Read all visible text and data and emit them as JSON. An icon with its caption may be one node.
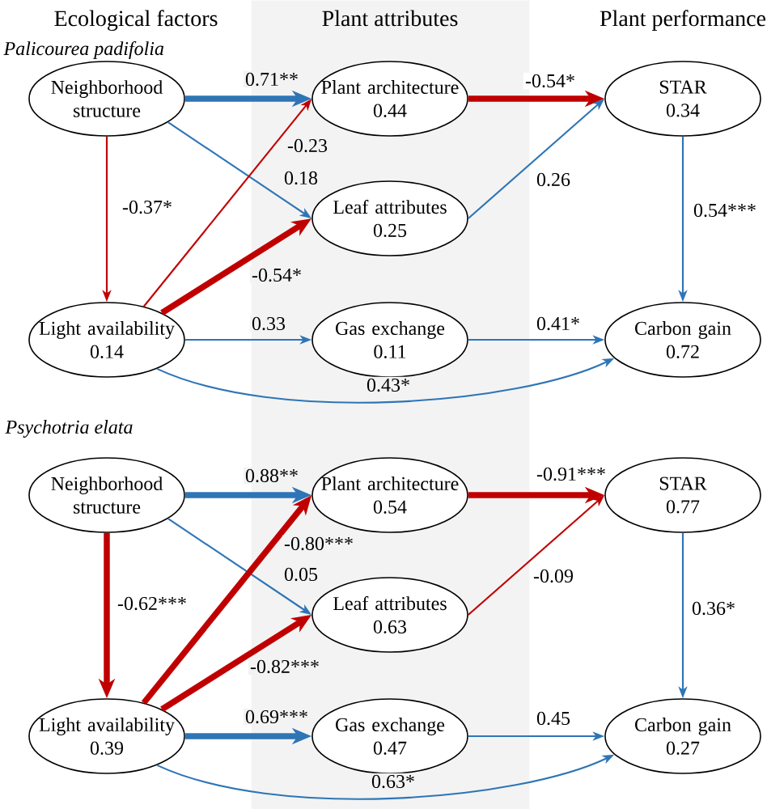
{
  "diagram": {
    "nodes": [
      {
        "text": [
          "Plant attributes"
        ]
      },
      {
        "text": [
          "Neighborhood structure"
        ]
      },
      {
        "text": [
          "Plant architecture",
          "0.44"
        ],
        "in": 0
      },
      {
        "text": [
          "STAR",
          "0.34"
        ]
      },
      {
        "text": [
          "Leaf attributes",
          "0.25"
        ],
        "in": 0
      },
      {
        "text": [
          "Light availability",
          "0.14"
        ]
      },
      {
        "text": [
          "Gas exchange",
          "0.11"
        ],
        "in": 0
      },
      {
        "text": [
          "Carbon gain",
          "0.72"
        ]
      },
      {
        "text": [
          "Neighborhood structure"
        ]
      },
      {
        "text": [
          "Plant architecture",
          "0.54"
        ],
        "in": 0
      },
      {
        "text": [
          "STAR",
          "0.77"
        ]
      },
      {
        "text": [
          "Leaf attributes",
          "0.63"
        ],
        "in": 0
      },
      {
        "text": [
          "Light availability",
          "0.39"
        ]
      },
      {
        "text": [
          "Gas exchange",
          "0.47"
        ],
        "in": 0
      },
      {
        "text": [
          "Carbon gain",
          "0.27"
        ]
      }
    ],
    "edges": [
      {
        "from": 1,
        "to": 2,
        "arrow": "to",
        "label": "0.71**",
        "style": "thick"
      },
      {
        "from": 1,
        "to": 4,
        "arrow": "to",
        "label": "0.18"
      },
      {
        "from": 1,
        "to": 5,
        "arrow": "to",
        "label": "-0.37*",
        "color": "#c00000"
      },
      {
        "from": 5,
        "to": 2,
        "arrow": "to",
        "label": "-0.23",
        "color": "#c00000"
      },
      {
        "from": 5,
        "to": 4,
        "arrow": "to",
        "label": "-0.54*",
        "style": "thick",
        "color": "#c00000"
      },
      {
        "from": 5,
        "to": 6,
        "arrow": "to",
        "label": "0.33"
      },
      {
        "from": 5,
        "to": 7,
        "arrow": "to",
        "label": "0.43*"
      },
      {
        "from": 2,
        "to": 3,
        "arrow": "to",
        "label": "-0.54*",
        "style": "thick",
        "color": "#c00000"
      },
      {
        "from": 4,
        "to": 3,
        "arrow": "to",
        "label": "0.26"
      },
      {
        "from": 3,
        "to": 7,
        "arrow": "to",
        "label": "0.54***"
      },
      {
        "from": 6,
        "to": 7,
        "arrow": "to",
        "label": "0.41*"
      },
      {
        "from": 8,
        "to": 9,
        "arrow": "to",
        "label": "0.88**",
        "style": "thick"
      },
      {
        "from": 8,
        "to": 11,
        "arrow": "to",
        "label": "0.05"
      },
      {
        "from": 8,
        "to": 12,
        "arrow": "to",
        "label": "-0.62***",
        "style": "thick",
        "color": "#c00000"
      },
      {
        "from": 12,
        "to": 9,
        "arrow": "to",
        "label": "-0.80***",
        "style": "thick",
        "color": "#c00000"
      },
      {
        "from": 12,
        "to": 11,
        "arrow": "to",
        "label": "-0.82***",
        "style": "thick",
        "color": "#c00000"
      },
      {
        "from": 12,
        "to": 13,
        "arrow": "to",
        "label": "0.69***",
        "style": "thick"
      },
      {
        "from": 12,
        "to": 14,
        "arrow": "to",
        "label": "0.63*"
      },
      {
        "from": 9,
        "to": 10,
        "arrow": "to",
        "label": "-0.91***",
        "style": "thick",
        "color": "#c00000"
      },
      {
        "from": 11,
        "to": 10,
        "arrow": "to",
        "label": "-0.09",
        "color": "#c00000"
      },
      {
        "from": 10,
        "to": 14,
        "arrow": "to",
        "label": "0.36*"
      },
      {
        "from": 13,
        "to": 14,
        "arrow": "to",
        "label": "0.45"
      }
    ],
    "labels": [
      "Ecological factors",
      "Plant performance",
      "Palicourea padifolia",
      "Psychotria elata"
    ]
  }
}
